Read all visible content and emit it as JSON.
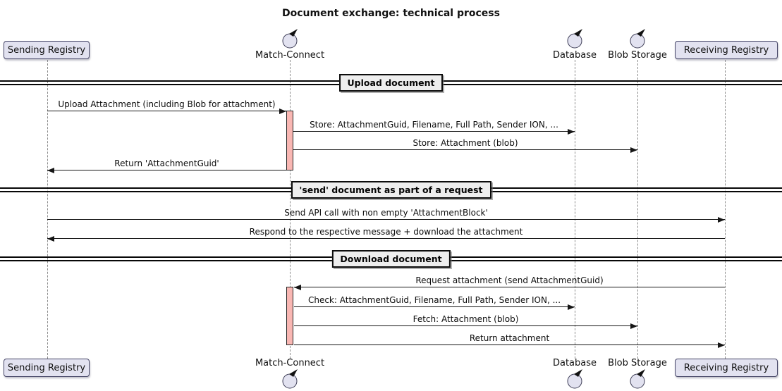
{
  "title": "Document exchange: technical process",
  "participants": {
    "sending": "Sending Registry",
    "match_connect": "Match-Connect",
    "database": "Database",
    "blob_storage": "Blob Storage",
    "receiving": "Receiving Registry"
  },
  "dividers": [
    "Upload document",
    "'send' document as part of a request",
    "Download document"
  ],
  "messages": [
    "Upload Attachment (including Blob for attachment)",
    "Store: AttachmentGuid, Filename, Full Path, Sender ION, ...",
    "Store: Attachment (blob)",
    "Return 'AttachmentGuid'",
    "Send API call with non empty 'AttachmentBlock'",
    "Respond to the respective message + download the attachment",
    "Request attachment (send AttachmentGuid)",
    "Check: AttachmentGuid, Filename, Full Path, Sender ION, ...",
    "Fetch: Attachment (blob)",
    "Return attachment"
  ],
  "colors": {
    "participant_fill": "#E2E2F0",
    "activation_fill": "#F9B7B3",
    "divider_fill": "#EEEEEE",
    "line": "#161616"
  }
}
